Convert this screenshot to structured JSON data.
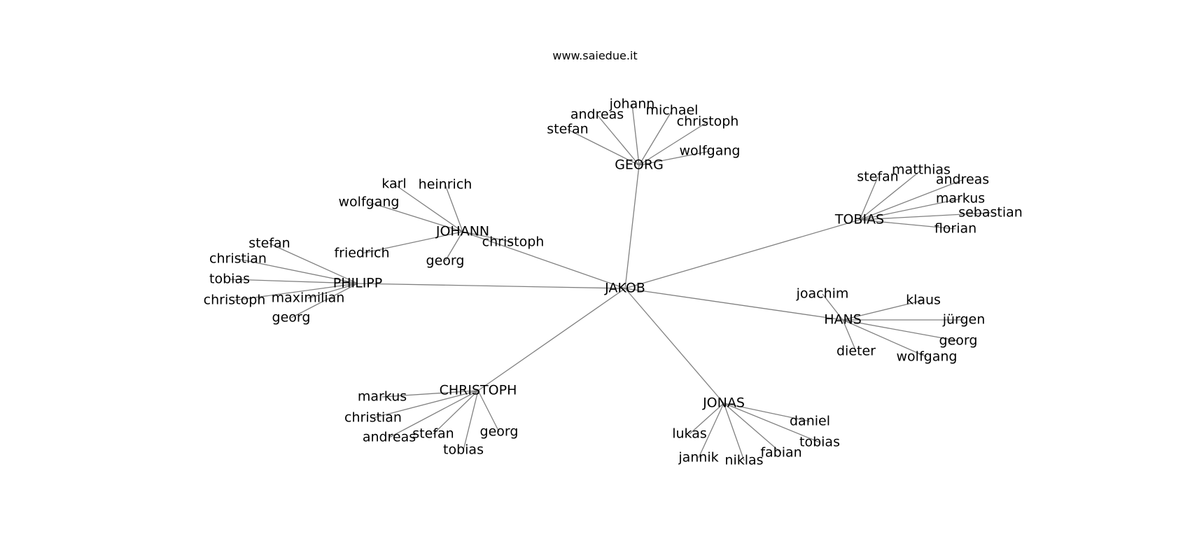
{
  "header": {
    "site_text": "www.saiedue.it"
  },
  "graph": {
    "center": "JAKOB",
    "hubs": [
      {
        "id": "georg",
        "name": "GEORG",
        "leaves": [
          "stefan",
          "andreas",
          "johann",
          "michael",
          "christoph",
          "wolfgang"
        ]
      },
      {
        "id": "tobias",
        "name": "TOBIAS",
        "leaves": [
          "stefan",
          "matthias",
          "andreas",
          "markus",
          "sebastian",
          "florian"
        ]
      },
      {
        "id": "johann",
        "name": "JOHANN",
        "leaves": [
          "karl",
          "heinrich",
          "wolfgang",
          "friedrich",
          "georg",
          "christoph"
        ]
      },
      {
        "id": "philipp",
        "name": "PHILIPP",
        "leaves": [
          "stefan",
          "christian",
          "tobias",
          "christoph",
          "maximilian",
          "georg"
        ]
      },
      {
        "id": "hans",
        "name": "HANS",
        "leaves": [
          "joachim",
          "klaus",
          "jürgen",
          "georg",
          "wolfgang",
          "dieter"
        ]
      },
      {
        "id": "christoph",
        "name": "CHRISTOPH",
        "leaves": [
          "markus",
          "christian",
          "andreas",
          "stefan",
          "tobias",
          "georg"
        ]
      },
      {
        "id": "jonas",
        "name": "JONAS",
        "leaves": [
          "daniel",
          "tobias",
          "fabian",
          "niklas",
          "jannik",
          "lukas"
        ]
      }
    ]
  }
}
